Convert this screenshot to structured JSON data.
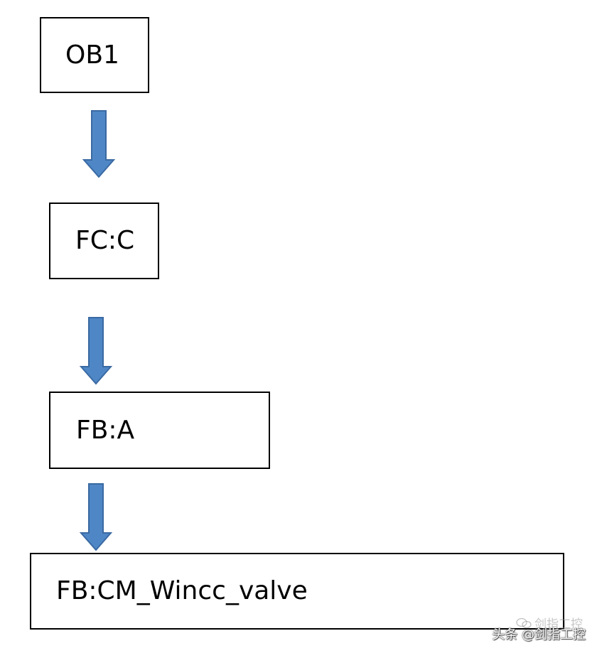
{
  "diagram": {
    "nodes": [
      {
        "id": "ob1",
        "label": "OB1"
      },
      {
        "id": "fc",
        "label": "FC:C"
      },
      {
        "id": "fb_a",
        "label": "FB:A"
      },
      {
        "id": "fb_cm",
        "label": "FB:CM_Wincc_valve"
      }
    ],
    "edges": [
      {
        "from": "ob1",
        "to": "fc"
      },
      {
        "from": "fc",
        "to": "fb_a"
      },
      {
        "from": "fb_a",
        "to": "fb_cm"
      }
    ],
    "colors": {
      "arrow_fill": "#4f87c6",
      "arrow_stroke": "#3a6aa3",
      "box_border": "#000000",
      "text": "#000000",
      "background": "#ffffff"
    }
  },
  "watermark": {
    "faint_text": "剑指工控",
    "text": "头条 @剑指工控",
    "icon": "wechat-icon"
  }
}
